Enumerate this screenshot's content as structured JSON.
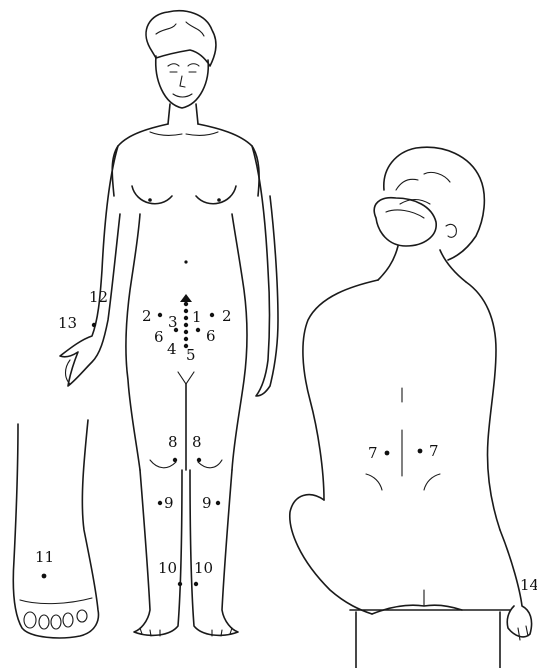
{
  "diagram": {
    "points": {
      "p1": "1",
      "p2_left": "2",
      "p2_right": "2",
      "p3": "3",
      "p4": "4",
      "p5": "5",
      "p6_left": "6",
      "p6_right": "6",
      "p7_left": "7",
      "p7_right": "7",
      "p8_left": "8",
      "p8_right": "8",
      "p9_left": "9",
      "p9_right": "9",
      "p10_left": "10",
      "p10_right": "10",
      "p11": "11",
      "p12": "12",
      "p13": "13",
      "p14": "14"
    }
  }
}
